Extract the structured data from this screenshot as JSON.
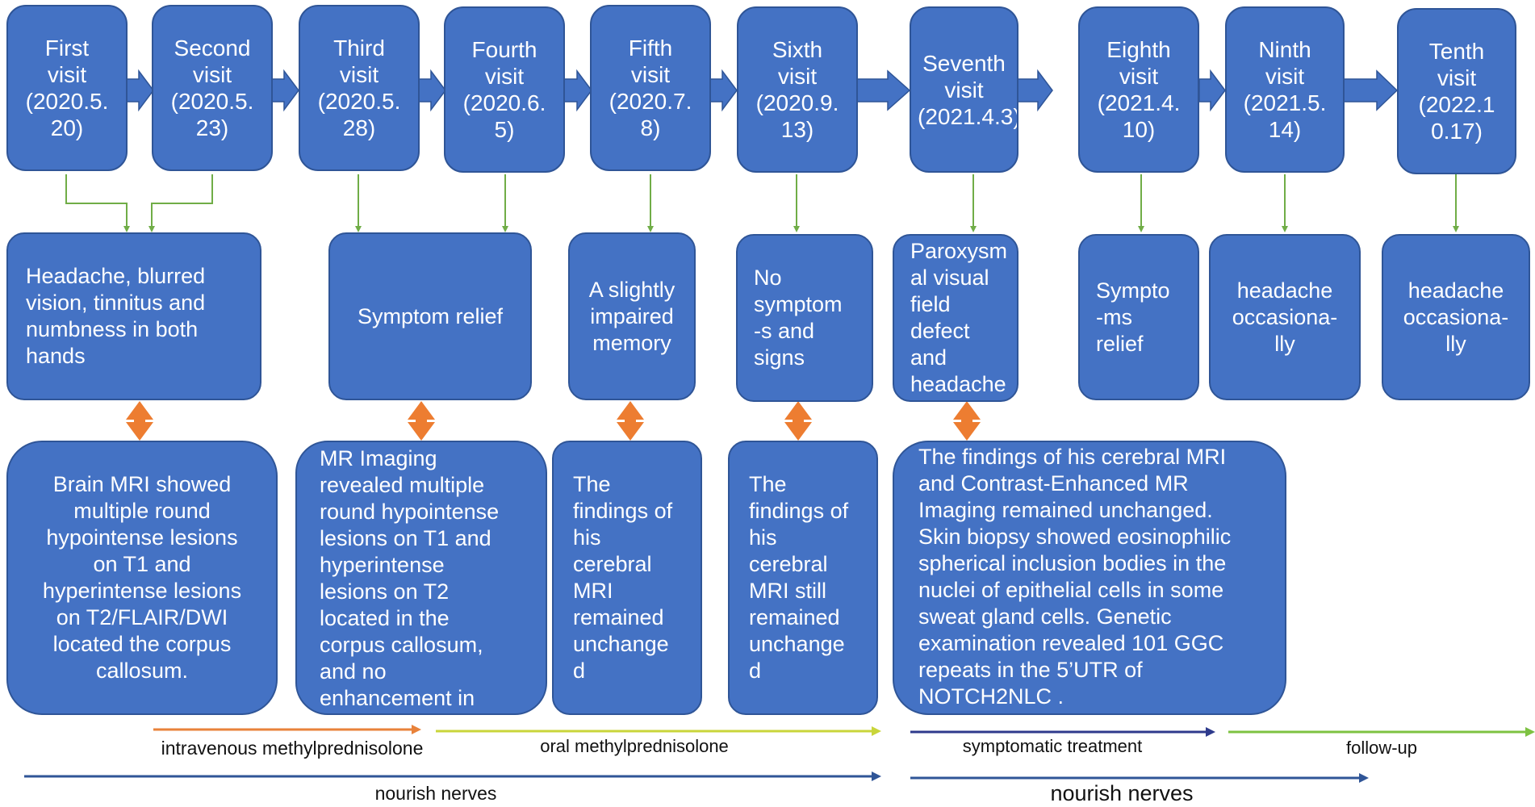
{
  "visits": [
    {
      "label": "First\nvisit\n(2020.5.\n20)"
    },
    {
      "label": "Second\nvisit\n(2020.5.\n23)"
    },
    {
      "label": "Third\nvisit\n(2020.5.\n28)"
    },
    {
      "label": "Fourth\nvisit\n(2020.6.\n5)"
    },
    {
      "label": "Fifth\nvisit\n(2020.7.\n8)"
    },
    {
      "label": "Sixth\nvisit\n(2020.9.\n13)"
    },
    {
      "label": "Seventh\nvisit\n(2021.4.3)"
    },
    {
      "label": "Eighth\nvisit\n(2021.4.\n10)"
    },
    {
      "label": "Ninth\nvisit\n(2021.5.\n14)"
    },
    {
      "label": "Tenth\nvisit\n(2022.1\n0.17)"
    }
  ],
  "symptoms": [
    {
      "text": "Headache, blurred\nvision, tinnitus and\nnumbness in both\nhands"
    },
    {
      "text": "Symptom relief"
    },
    {
      "text": "A slightly\nimpaired\nmemory"
    },
    {
      "text": "No\nsymptom\n-s and\nsigns"
    },
    {
      "text": "Paroxysm\nal visual\nfield defect\nand\nheadache"
    },
    {
      "text": "Sympto\n-ms\nrelief"
    },
    {
      "text": "headache\noccasiona-\nlly"
    },
    {
      "text": "headache\noccasiona-\nlly"
    }
  ],
  "findings": [
    {
      "text": "Brain MRI showed\nmultiple round\nhypointense lesions\non T1 and\nhyperintense lesions\non T2/FLAIR/DWI\nlocated the corpus\ncallosum."
    },
    {
      "text": "MR Imaging\nrevealed multiple\nround hypointense\nlesions on T1 and\nhyperintense\nlesions on T2\nlocated in the\ncorpus callosum,\nand no\nenhancement in"
    },
    {
      "text": "The\nfindings of\nhis\ncerebral\nMRI\nremained\nunchange\nd"
    },
    {
      "text": "The\nfindings of\nhis\ncerebral\nMRI still\nremained\nunchange\nd"
    },
    {
      "text": "The findings of his cerebral MRI\nand Contrast-Enhanced MR\nImaging remained unchanged.\nSkin biopsy showed eosinophilic\nspherical inclusion bodies in the\nnuclei of epithelial cells in some\nsweat gland cells. Genetic\nexamination revealed 101 GGC\nrepeats in the 5’UTR of\nNOTCH2NLC ."
    }
  ],
  "treatments": [
    {
      "label": "intravenous methylprednisolone",
      "color": "#e8823a"
    },
    {
      "label": "oral methylprednisolone",
      "color": "#c9d53a"
    },
    {
      "label": "symptomatic treatment",
      "color": "#2e3a8c"
    },
    {
      "label": "follow-up",
      "color": "#7dc242"
    },
    {
      "label": "nourish nerves",
      "color": "#2f5597"
    },
    {
      "label": "nourish nerves",
      "color": "#2f5597"
    }
  ],
  "colors": {
    "box_fill": "#4472c4",
    "box_border": "#2f5597",
    "connector": "#70ad47",
    "double_arrow": "#ed7d31"
  }
}
